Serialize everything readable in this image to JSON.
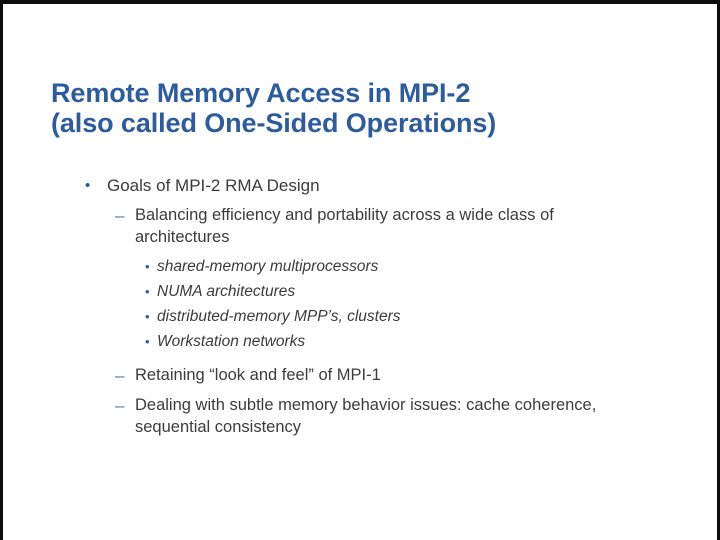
{
  "slide": {
    "title_lines": [
      "Remote Memory Access in MPI-2",
      "(also called One-Sided Operations)"
    ],
    "title_color": "#2d5c9e",
    "body_color": "#3c3c3c",
    "bullet_color": "#2d5c9e",
    "dash_color": "#5b7fae",
    "background_color": "#ffffff",
    "border_color": "#0d0d0d",
    "markers": {
      "level1": "•",
      "level2": "–",
      "level3": "•"
    },
    "content": [
      {
        "level": 1,
        "text": "Goals of MPI-2 RMA Design"
      },
      {
        "level": 2,
        "text": "Balancing efficiency and portability across a wide class of architectures"
      },
      {
        "level": 3,
        "text": "shared-memory multiprocessors"
      },
      {
        "level": 3,
        "text": "NUMA architectures"
      },
      {
        "level": 3,
        "text": "distributed-memory MPP’s, clusters"
      },
      {
        "level": 3,
        "text": "Workstation networks"
      },
      {
        "level": 2,
        "text": "Retaining “look and feel” of MPI-1"
      },
      {
        "level": 2,
        "text": "Dealing with subtle memory behavior issues:  cache coherence, sequential consistency"
      }
    ]
  }
}
